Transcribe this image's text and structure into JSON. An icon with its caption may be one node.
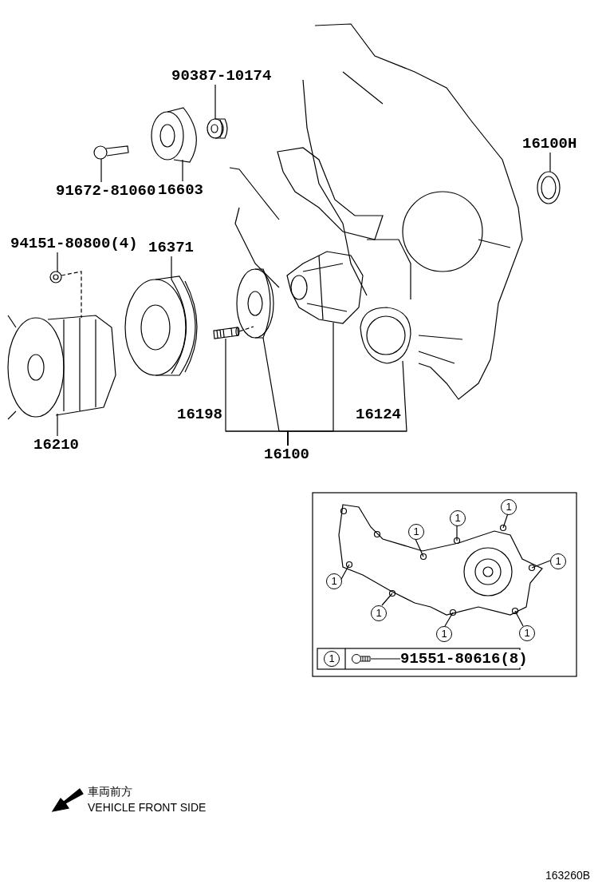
{
  "diagram": {
    "nodes": [
      {
        "text": [
          "90387-10174"
        ]
      },
      {
        "text": [
          "91672-81060"
        ]
      },
      {
        "text": [
          "16603"
        ]
      },
      {
        "text": [
          "16100H"
        ]
      },
      {
        "text": [
          "94151-80800(4)"
        ]
      },
      {
        "text": [
          "16371"
        ]
      },
      {
        "text": [
          "16210"
        ]
      },
      {
        "text": [
          "16100"
        ]
      },
      {
        "text": [
          "1"
        ]
      },
      {
        "text": [
          "1"
        ]
      },
      {
        "text": [
          "1"
        ]
      },
      {
        "text": [
          "1"
        ]
      },
      {
        "text": [
          "1"
        ]
      },
      {
        "text": [
          "1"
        ]
      },
      {
        "text": [
          "1"
        ]
      },
      {
        "text": [
          "1"
        ]
      },
      {
        "text": [
          "1"
        ]
      },
      {
        "text": [],
        "shape": "picture"
      },
      {
        "text": [
          "91551-80616(8)"
        ]
      },
      {
        "text": [],
        "shape": "picture"
      },
      {
        "text": [],
        "shape": "picture"
      },
      {
        "text": [],
        "shape": "picture"
      },
      {
        "text": [],
        "shape": "picture"
      },
      {
        "text": [],
        "shape": "picture"
      },
      {
        "text": [],
        "shape": "picture"
      },
      {
        "text": [],
        "shape": "picture"
      },
      {
        "text": [],
        "shape": "bar"
      },
      {
        "text": [],
        "shape": "picture"
      },
      {
        "text": [],
        "shape": "picture"
      },
      {
        "text": [],
        "shape": "picture"
      },
      {
        "text": [],
        "shape": "circle"
      },
      {
        "text": [],
        "shape": "circle"
      },
      {
        "text": [],
        "shape": "circle"
      },
      {
        "text": [],
        "shape": "circle"
      },
      {
        "text": [],
        "shape": "circle"
      },
      {
        "text": [],
        "shape": "circle"
      },
      {
        "text": [],
        "shape": "circle"
      },
      {
        "text": [],
        "shape": "circle"
      }
    ],
    "edges": [
      {
        "from": 0,
        "to": 19,
        "arrow": "none"
      },
      {
        "from": 1,
        "to": 20,
        "arrow": "none"
      },
      {
        "from": 2,
        "to": 21,
        "arrow": "none"
      },
      {
        "from": 3,
        "to": 22,
        "arrow": "none"
      },
      {
        "from": 4,
        "to": 23,
        "arrow": "none"
      },
      {
        "from": 5,
        "to": 24,
        "arrow": "none"
      },
      {
        "from": 6,
        "to": 25,
        "arrow": "none"
      },
      {
        "from": 7,
        "to": 26,
        "arrow": "none"
      },
      {
        "from": 7,
        "to": 27,
        "arrow": "none"
      },
      {
        "from": 7,
        "to": 28,
        "arrow": "none"
      },
      {
        "from": 7,
        "to": 29,
        "arrow": "none"
      },
      {
        "from": 8,
        "to": 30,
        "arrow": "none"
      },
      {
        "from": 9,
        "to": 31,
        "arrow": "none"
      },
      {
        "from": 10,
        "to": 32,
        "arrow": "none"
      },
      {
        "from": 11,
        "to": 33,
        "arrow": "none"
      },
      {
        "from": 12,
        "to": 34,
        "arrow": "none"
      },
      {
        "from": 13,
        "to": 35,
        "arrow": "none"
      },
      {
        "from": 14,
        "to": 36,
        "arrow": "none"
      },
      {
        "from": 15,
        "to": 37,
        "arrow": "none"
      },
      {
        "from": 18,
        "to": 17,
        "arrow": "none"
      },
      {
        "from": 23,
        "to": 25,
        "arrow": "none",
        "style": "dashed"
      },
      {
        "from": 26,
        "to": 27,
        "arrow": "none",
        "style": "dashed"
      }
    ],
    "labels": [
      "16198",
      "16124",
      "車両前方",
      "VEHICLE FRONT SIDE",
      "163260B"
    ]
  }
}
